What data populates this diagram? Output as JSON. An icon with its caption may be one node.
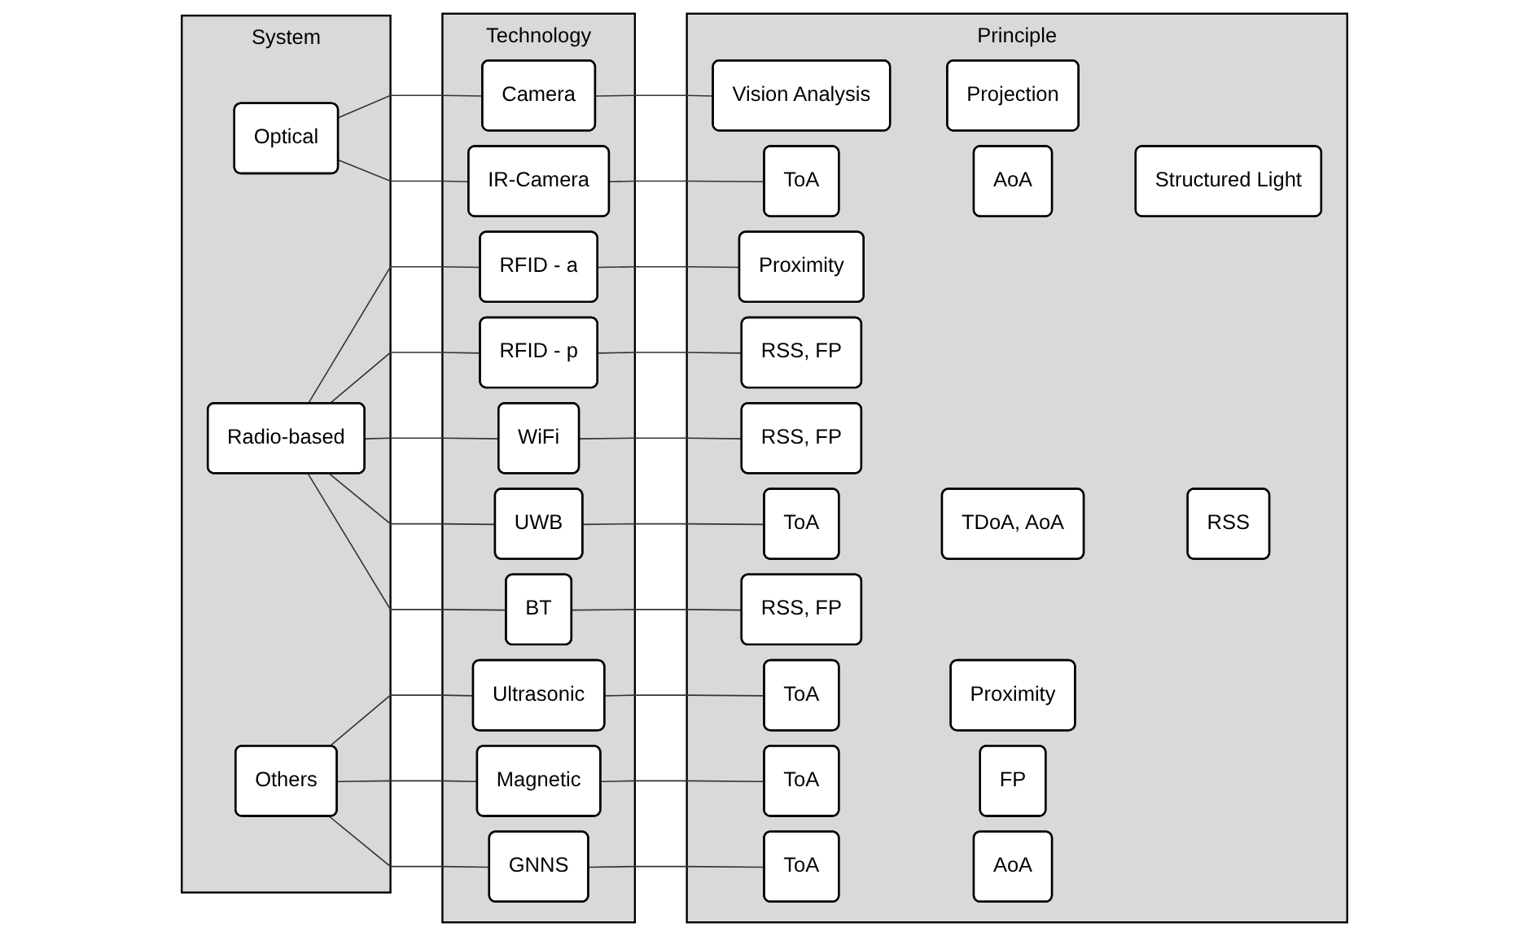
{
  "diagram": {
    "nodes": [
      {
        "text": [
          "System"
        ]
      },
      {
        "text": [
          "Optical"
        ],
        "in": 0
      },
      {
        "text": [
          "Radio-based"
        ],
        "in": 0
      },
      {
        "text": [
          "Others"
        ],
        "in": 0
      },
      {
        "text": [
          "Technology"
        ]
      },
      {
        "text": [
          "Camera"
        ],
        "in": 4
      },
      {
        "text": [
          "IR-Camera"
        ],
        "in": 4
      },
      {
        "text": [
          "RFID - a"
        ],
        "in": 4
      },
      {
        "text": [
          "RFID - p"
        ],
        "in": 4
      },
      {
        "text": [
          "WiFi"
        ],
        "in": 4
      },
      {
        "text": [
          "UWB"
        ],
        "in": 4
      },
      {
        "text": [
          "BT"
        ],
        "in": 4
      },
      {
        "text": [
          "Ultrasonic"
        ],
        "in": 4
      },
      {
        "text": [
          "Magnetic"
        ],
        "in": 4
      },
      {
        "text": [
          "GNNS"
        ],
        "in": 4
      },
      {
        "text": [
          "Principle"
        ]
      },
      {
        "text": [
          "Vision Analysis"
        ],
        "in": 15
      },
      {
        "text": [
          "Projection"
        ],
        "in": 15
      },
      {
        "text": [
          "ToA"
        ],
        "in": 15
      },
      {
        "text": [
          "AoA"
        ],
        "in": 15
      },
      {
        "text": [
          "Structured Light"
        ],
        "in": 15
      },
      {
        "text": [
          "Proximity"
        ],
        "in": 15
      },
      {
        "text": [
          "RSS, FP"
        ],
        "in": 15
      },
      {
        "text": [
          "RSS, FP"
        ],
        "in": 15
      },
      {
        "text": [
          "ToA"
        ],
        "in": 15
      },
      {
        "text": [
          "TDoA, AoA"
        ],
        "in": 15
      },
      {
        "text": [
          "RSS"
        ],
        "in": 15
      },
      {
        "text": [
          "RSS, FP"
        ],
        "in": 15
      },
      {
        "text": [
          "ToA"
        ],
        "in": 15
      },
      {
        "text": [
          "Proximity"
        ],
        "in": 15
      },
      {
        "text": [
          "ToA"
        ],
        "in": 15
      },
      {
        "text": [
          "FP"
        ],
        "in": 15
      },
      {
        "text": [
          "ToA"
        ],
        "in": 15
      },
      {
        "text": [
          "AoA"
        ],
        "in": 15
      }
    ],
    "edges": [
      {
        "from": 1,
        "to": 5,
        "arrow": "none"
      },
      {
        "from": 1,
        "to": 6,
        "arrow": "none"
      },
      {
        "from": 2,
        "to": 7,
        "arrow": "none"
      },
      {
        "from": 2,
        "to": 8,
        "arrow": "none"
      },
      {
        "from": 2,
        "to": 9,
        "arrow": "none"
      },
      {
        "from": 2,
        "to": 10,
        "arrow": "none"
      },
      {
        "from": 2,
        "to": 11,
        "arrow": "none"
      },
      {
        "from": 3,
        "to": 12,
        "arrow": "none"
      },
      {
        "from": 3,
        "to": 13,
        "arrow": "none"
      },
      {
        "from": 3,
        "to": 14,
        "arrow": "none"
      },
      {
        "from": 5,
        "to": 16,
        "arrow": "none"
      },
      {
        "from": 6,
        "to": 18,
        "arrow": "none"
      },
      {
        "from": 7,
        "to": 21,
        "arrow": "none"
      },
      {
        "from": 8,
        "to": 22,
        "arrow": "none"
      },
      {
        "from": 9,
        "to": 23,
        "arrow": "none"
      },
      {
        "from": 10,
        "to": 24,
        "arrow": "none"
      },
      {
        "from": 11,
        "to": 27,
        "arrow": "none"
      },
      {
        "from": 12,
        "to": 28,
        "arrow": "none"
      },
      {
        "from": 13,
        "to": 30,
        "arrow": "none"
      },
      {
        "from": 14,
        "to": 32,
        "arrow": "none"
      }
    ]
  }
}
